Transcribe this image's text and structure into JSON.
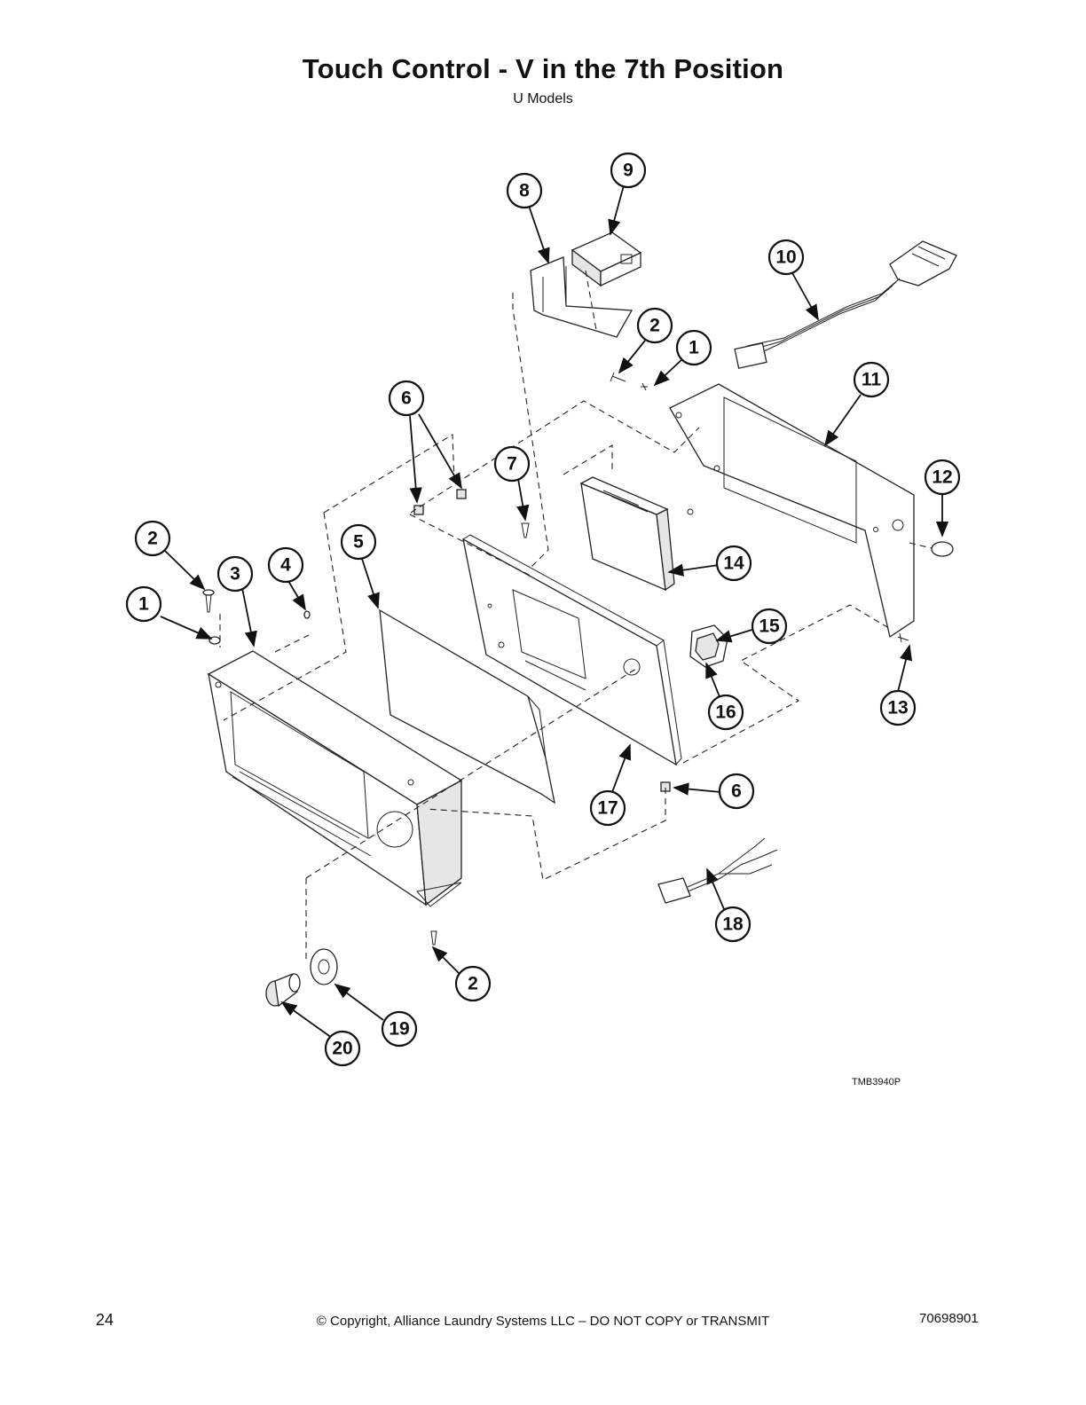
{
  "header": {
    "title": "Touch Control - V in the 7th Position",
    "subtitle": "U Models"
  },
  "diagram": {
    "code": "TMB3940P",
    "callouts": [
      {
        "id": "c9",
        "label": "9"
      },
      {
        "id": "c8",
        "label": "8"
      },
      {
        "id": "c10",
        "label": "10"
      },
      {
        "id": "c2a",
        "label": "2"
      },
      {
        "id": "c1a",
        "label": "1"
      },
      {
        "id": "c11",
        "label": "11"
      },
      {
        "id": "c6a",
        "label": "6"
      },
      {
        "id": "c7",
        "label": "7"
      },
      {
        "id": "c12",
        "label": "12"
      },
      {
        "id": "c14",
        "label": "14"
      },
      {
        "id": "c2b",
        "label": "2"
      },
      {
        "id": "c5",
        "label": "5"
      },
      {
        "id": "c4",
        "label": "4"
      },
      {
        "id": "c3",
        "label": "3"
      },
      {
        "id": "c1b",
        "label": "1"
      },
      {
        "id": "c15",
        "label": "15"
      },
      {
        "id": "c16",
        "label": "16"
      },
      {
        "id": "c13",
        "label": "13"
      },
      {
        "id": "c6b",
        "label": "6"
      },
      {
        "id": "c17",
        "label": "17"
      },
      {
        "id": "c18",
        "label": "18"
      },
      {
        "id": "c2c",
        "label": "2"
      },
      {
        "id": "c19",
        "label": "19"
      },
      {
        "id": "c20",
        "label": "20"
      }
    ]
  },
  "footer": {
    "page_number": "24",
    "copyright": "© Copyright, Alliance Laundry Systems LLC – DO NOT COPY or TRANSMIT",
    "doc_number": "70698901"
  }
}
